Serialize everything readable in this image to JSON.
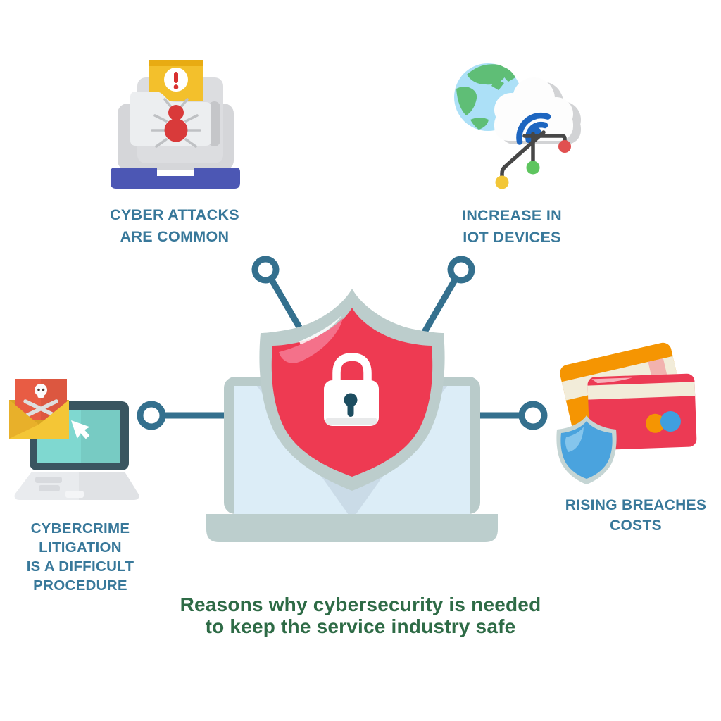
{
  "infographic": {
    "title": "Reasons why cybersecurity is needed\nto keep the service industry safe",
    "items": {
      "cyber_attacks": {
        "label": "CYBER ATTACKS\nARE COMMON",
        "icon": "malware-laptop-icon"
      },
      "iot_devices": {
        "label": "INCREASE IN\nIOT DEVICES",
        "icon": "iot-cloud-globe-icon"
      },
      "cybercrime_litigation": {
        "label": "CYBERCRIME\nLITIGATION\nIS A DIFFICULT\nPROCEDURE",
        "icon": "phishing-email-laptop-icon"
      },
      "rising_breaches": {
        "label": "RISING BREACHES\nCOSTS",
        "icon": "credit-cards-shield-icon"
      }
    },
    "center": {
      "icon": "laptop-shield-lock-icon"
    },
    "colors": {
      "label_text": "#38789a",
      "title_text": "#2e6b46",
      "connector_blue": "#34708e",
      "shield_red": "#ee3a52",
      "shield_border_grey": "#bccdcc",
      "laptop_screen_blue": "#dcedf7",
      "lock_keyhole_teal": "#1d4d60",
      "warning_yellow": "#f3c02c",
      "bug_red": "#d93a3a",
      "base_indigo": "#4c57b4",
      "globe_blue": "#ace0f7",
      "continent_green": "#5fbe76",
      "wifi_blue": "#1e66c0",
      "node_red": "#e15050",
      "node_green": "#5ec55f",
      "node_yellow": "#f2c637",
      "letter_red": "#e85c44",
      "envelope_yellow": "#f4c636",
      "laptop_teal_screen": "#7fd8d0",
      "card_orange": "#f59502",
      "card_red": "#ec3a54",
      "card_stripe_cream": "#f2ecd9",
      "card_circle_blue": "#3f9fdf",
      "small_shield_blue": "#4aa3de"
    }
  }
}
